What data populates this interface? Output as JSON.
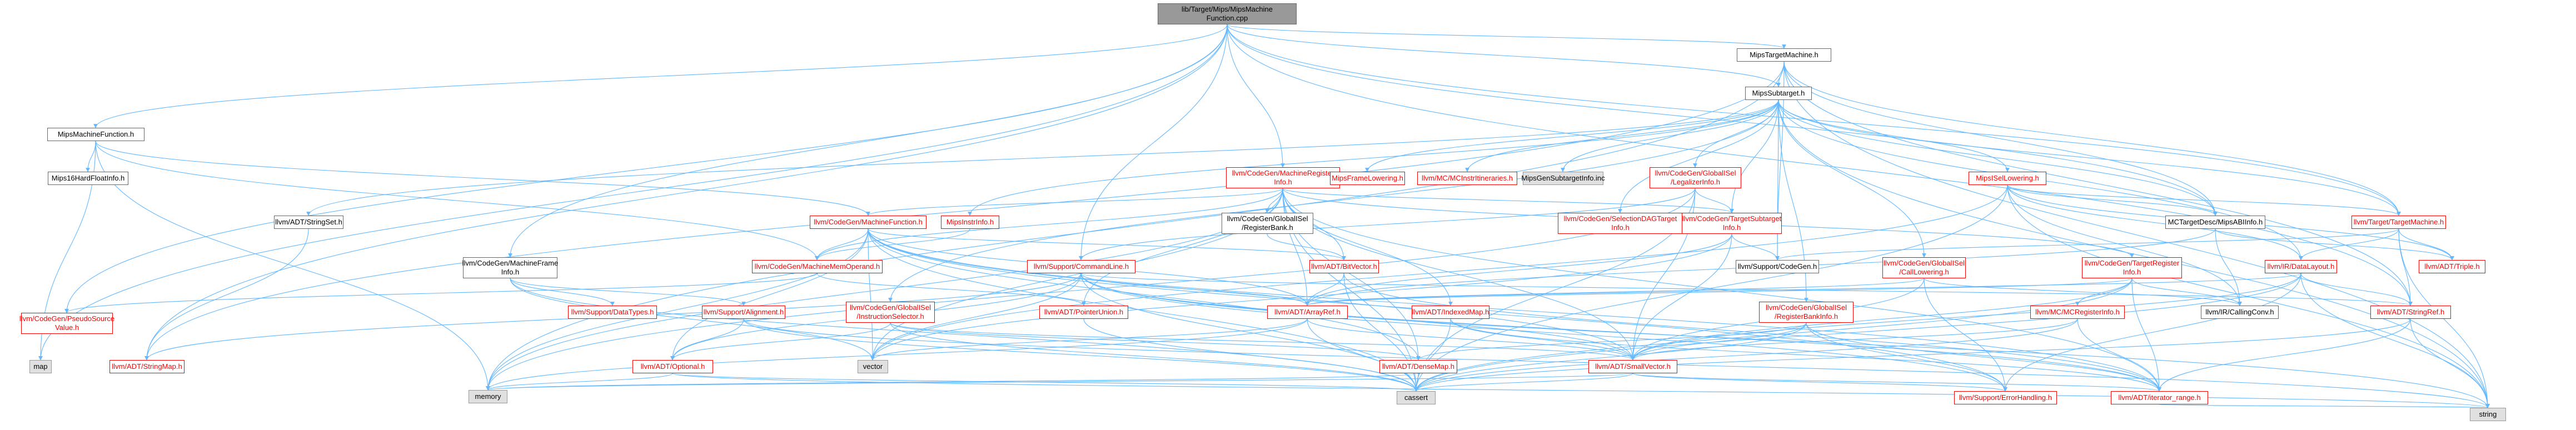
{
  "colors": {
    "edge": "#63b8ff",
    "node_border": "#666666",
    "red_text": "#ff0000",
    "gray_fill": "#e0e0e0",
    "root_fill": "#999999"
  },
  "nodes": [
    {
      "id": "root",
      "label": "lib/Target/Mips/MipsMachine\nFunction.cpp",
      "style": "root"
    },
    {
      "id": "mtm",
      "label": "MipsTargetMachine.h",
      "style": "normal"
    },
    {
      "id": "mmf",
      "label": "MipsMachineFunction.h",
      "style": "normal"
    },
    {
      "id": "mst",
      "label": "MipsSubtarget.h",
      "style": "normal"
    },
    {
      "id": "mhf",
      "label": "Mips16HardFloatInfo.h",
      "style": "normal"
    },
    {
      "id": "cgmri",
      "label": "llvm/CodeGen/MachineRegister\nInfo.h",
      "style": "red"
    },
    {
      "id": "mfl",
      "label": "MipsFrameLowering.h",
      "style": "red"
    },
    {
      "id": "mcii",
      "label": "llvm/MC/MCInstrItineraries.h",
      "style": "red"
    },
    {
      "id": "mgsi",
      "label": "MipsGenSubtargetInfo.inc",
      "style": "gray"
    },
    {
      "id": "gisel_li",
      "label": "llvm/CodeGen/GlobalISel\n/LegalizerInfo.h",
      "style": "red"
    },
    {
      "id": "msl",
      "label": "MipsISelLowering.h",
      "style": "red"
    },
    {
      "id": "strset",
      "label": "llvm/ADT/StringSet.h",
      "style": "normal"
    },
    {
      "id": "cgmf",
      "label": "llvm/CodeGen/MachineFunction.h",
      "style": "red"
    },
    {
      "id": "mii",
      "label": "MipsInstrInfo.h",
      "style": "red"
    },
    {
      "id": "gisel_rb",
      "label": "llvm/CodeGen/GlobalISel\n/RegisterBank.h",
      "style": "normal"
    },
    {
      "id": "sdt",
      "label": "llvm/CodeGen/SelectionDAGTarget\nInfo.h",
      "style": "red"
    },
    {
      "id": "tsi",
      "label": "llvm/CodeGen/TargetSubtarget\nInfo.h",
      "style": "red"
    },
    {
      "id": "mcta",
      "label": "MCTargetDesc/MipsABIInfo.h",
      "style": "normal"
    },
    {
      "id": "ttm",
      "label": "llvm/Target/TargetMachine.h",
      "style": "red"
    },
    {
      "id": "cgmfi",
      "label": "llvm/CodeGen/MachineFrame\nInfo.h",
      "style": "normal"
    },
    {
      "id": "cgmmo",
      "label": "llvm/CodeGen/MachineMemOperand.h",
      "style": "red"
    },
    {
      "id": "cl",
      "label": "llvm/Support/CommandLine.h",
      "style": "red"
    },
    {
      "id": "bv",
      "label": "llvm/ADT/BitVector.h",
      "style": "red"
    },
    {
      "id": "cgc",
      "label": "llvm/Support/CodeGen.h",
      "style": "normal"
    },
    {
      "id": "gisel_cl",
      "label": "llvm/CodeGen/GlobalISel\n/CallLowering.h",
      "style": "red"
    },
    {
      "id": "tri",
      "label": "llvm/CodeGen/TargetRegister\nInfo.h",
      "style": "red"
    },
    {
      "id": "dl",
      "label": "llvm/IR/DataLayout.h",
      "style": "red"
    },
    {
      "id": "triple",
      "label": "llvm/ADT/Triple.h",
      "style": "red"
    },
    {
      "id": "psv",
      "label": "llvm/CodeGen/PseudoSource\nValue.h",
      "style": "red"
    },
    {
      "id": "sdtypes",
      "label": "llvm/Support/DataTypes.h",
      "style": "red"
    },
    {
      "id": "align",
      "label": "llvm/Support/Alignment.h",
      "style": "red"
    },
    {
      "id": "gisel_is",
      "label": "llvm/CodeGen/GlobalISel\n/InstructionSelector.h",
      "style": "red"
    },
    {
      "id": "pu",
      "label": "llvm/ADT/PointerUnion.h",
      "style": "red"
    },
    {
      "id": "ar",
      "label": "llvm/ADT/ArrayRef.h",
      "style": "red"
    },
    {
      "id": "im",
      "label": "llvm/ADT/IndexedMap.h",
      "style": "red"
    },
    {
      "id": "gisel_rbi",
      "label": "llvm/CodeGen/GlobalISel\n/RegisterBankInfo.h",
      "style": "red"
    },
    {
      "id": "mcri",
      "label": "llvm/MC/MCRegisterInfo.h",
      "style": "red"
    },
    {
      "id": "cc",
      "label": "llvm/IR/CallingConv.h",
      "style": "normal"
    },
    {
      "id": "sr",
      "label": "llvm/ADT/StringRef.h",
      "style": "red"
    },
    {
      "id": "map",
      "label": "map",
      "style": "gray"
    },
    {
      "id": "sm",
      "label": "llvm/ADT/StringMap.h",
      "style": "red"
    },
    {
      "id": "opt",
      "label": "llvm/ADT/Optional.h",
      "style": "red"
    },
    {
      "id": "vector",
      "label": "vector",
      "style": "gray"
    },
    {
      "id": "dm",
      "label": "llvm/ADT/DenseMap.h",
      "style": "red"
    },
    {
      "id": "sv",
      "label": "llvm/ADT/SmallVector.h",
      "style": "red"
    },
    {
      "id": "memory",
      "label": "memory",
      "style": "gray"
    },
    {
      "id": "cassert",
      "label": "cassert",
      "style": "gray"
    },
    {
      "id": "eh",
      "label": "llvm/Support/ErrorHandling.h",
      "style": "red"
    },
    {
      "id": "ir",
      "label": "llvm/ADT/iterator_range.h",
      "style": "red"
    },
    {
      "id": "string",
      "label": "string",
      "style": "gray"
    }
  ],
  "edges": [
    [
      "root",
      "mtm"
    ],
    [
      "root",
      "mmf"
    ],
    [
      "root",
      "mst"
    ],
    [
      "root",
      "cgmri"
    ],
    [
      "root",
      "psv"
    ],
    [
      "root",
      "cl"
    ],
    [
      "root",
      "mcta"
    ],
    [
      "root",
      "map"
    ],
    [
      "root",
      "ttm"
    ],
    [
      "root",
      "sr"
    ],
    [
      "root",
      "sm"
    ],
    [
      "root",
      "cgmfi"
    ],
    [
      "mtm",
      "mst"
    ],
    [
      "mtm",
      "mcta"
    ],
    [
      "mtm",
      "cgc"
    ],
    [
      "mtm",
      "ttm"
    ],
    [
      "mtm",
      "sr"
    ],
    [
      "mtm",
      "sm"
    ],
    [
      "mtm",
      "memory"
    ],
    [
      "mtm",
      "string"
    ],
    [
      "mmf",
      "mhf"
    ],
    [
      "mmf",
      "cgmf"
    ],
    [
      "mmf",
      "cgmmo"
    ],
    [
      "mmf",
      "memory"
    ],
    [
      "mmf",
      "map"
    ],
    [
      "mst",
      "mfl"
    ],
    [
      "mst",
      "mcii"
    ],
    [
      "mst",
      "mgsi"
    ],
    [
      "mst",
      "gisel_li"
    ],
    [
      "mst",
      "msl"
    ],
    [
      "mst",
      "mii"
    ],
    [
      "mst",
      "strset"
    ],
    [
      "mst",
      "sdt"
    ],
    [
      "mst",
      "tsi"
    ],
    [
      "mst",
      "mcta"
    ],
    [
      "mst",
      "gisel_cl"
    ],
    [
      "mst",
      "gisel_rbi"
    ],
    [
      "mst",
      "gisel_is"
    ],
    [
      "mst",
      "dl"
    ],
    [
      "mst",
      "ttm"
    ],
    [
      "mst",
      "string"
    ],
    [
      "mst",
      "cgc"
    ],
    [
      "cgmri",
      "cgmf"
    ],
    [
      "cgmri",
      "gisel_rb"
    ],
    [
      "cgmri",
      "cgmmo"
    ],
    [
      "cgmri",
      "bv"
    ],
    [
      "cgmri",
      "tsi"
    ],
    [
      "cgmri",
      "im"
    ],
    [
      "cgmri",
      "ar"
    ],
    [
      "cgmri",
      "pu"
    ],
    [
      "cgmri",
      "sv"
    ],
    [
      "cgmri",
      "dm"
    ],
    [
      "cgmri",
      "tri"
    ],
    [
      "cgmri",
      "vector"
    ],
    [
      "cgmri",
      "memory"
    ],
    [
      "cgmri",
      "cassert"
    ],
    [
      "cgmri",
      "ir"
    ],
    [
      "gisel_li",
      "cl"
    ],
    [
      "gisel_li",
      "cassert"
    ],
    [
      "gisel_li",
      "tsi"
    ],
    [
      "gisel_li",
      "sv"
    ],
    [
      "gisel_li",
      "memory"
    ],
    [
      "msl",
      "mcta"
    ],
    [
      "msl",
      "triple"
    ],
    [
      "msl",
      "cc"
    ],
    [
      "msl",
      "dl"
    ],
    [
      "msl",
      "ttm"
    ],
    [
      "msl",
      "cassert"
    ],
    [
      "msl",
      "string"
    ],
    [
      "msl",
      "vector"
    ],
    [
      "strset",
      "sm"
    ],
    [
      "cgmf",
      "cgmmo"
    ],
    [
      "cgmf",
      "bv"
    ],
    [
      "cgmf",
      "ar"
    ],
    [
      "cgmf",
      "sv"
    ],
    [
      "cgmf",
      "dm"
    ],
    [
      "cgmf",
      "vector"
    ],
    [
      "cgmf",
      "memory"
    ],
    [
      "cgmf",
      "cassert"
    ],
    [
      "cgmf",
      "ir"
    ],
    [
      "cgmf",
      "eh"
    ],
    [
      "cgmf",
      "opt"
    ],
    [
      "mii",
      "cgmmo"
    ],
    [
      "gisel_rb",
      "bv"
    ],
    [
      "tsi",
      "ar"
    ],
    [
      "tsi",
      "cgc"
    ],
    [
      "tsi",
      "sv"
    ],
    [
      "tsi",
      "vector"
    ],
    [
      "mcta",
      "ar"
    ],
    [
      "mcta",
      "cc"
    ],
    [
      "mcta",
      "triple"
    ],
    [
      "ttm",
      "triple"
    ],
    [
      "ttm",
      "sr"
    ],
    [
      "ttm",
      "dl"
    ],
    [
      "ttm",
      "cgc"
    ],
    [
      "ttm",
      "string"
    ],
    [
      "cgmfi",
      "sdtypes"
    ],
    [
      "cgmfi",
      "align"
    ],
    [
      "cgmfi",
      "vector"
    ],
    [
      "cgmfi",
      "cassert"
    ],
    [
      "cgmmo",
      "pu"
    ],
    [
      "cgmmo",
      "psv"
    ],
    [
      "cl",
      "ar"
    ],
    [
      "cl",
      "sr"
    ],
    [
      "cl",
      "sv"
    ],
    [
      "cl",
      "sm"
    ],
    [
      "cl",
      "opt"
    ],
    [
      "cl",
      "eh"
    ],
    [
      "cl",
      "ir"
    ],
    [
      "cl",
      "cassert"
    ],
    [
      "cl",
      "string"
    ],
    [
      "cl",
      "vector"
    ],
    [
      "bv",
      "ar"
    ],
    [
      "bv",
      "ir"
    ],
    [
      "bv",
      "cassert"
    ],
    [
      "gisel_cl",
      "ar"
    ],
    [
      "gisel_cl",
      "sv"
    ],
    [
      "gisel_cl",
      "eh"
    ],
    [
      "gisel_cl",
      "cc"
    ],
    [
      "tri",
      "ar"
    ],
    [
      "tri",
      "sv"
    ],
    [
      "tri",
      "ir"
    ],
    [
      "tri",
      "mcri"
    ],
    [
      "tri",
      "cc"
    ],
    [
      "tri",
      "cassert"
    ],
    [
      "dl",
      "ar"
    ],
    [
      "dl",
      "sr"
    ],
    [
      "dl",
      "sv"
    ],
    [
      "dl",
      "eh"
    ],
    [
      "dl",
      "cassert"
    ],
    [
      "dl",
      "string"
    ],
    [
      "align",
      "opt"
    ],
    [
      "align",
      "cassert"
    ],
    [
      "align",
      "string"
    ],
    [
      "gisel_is",
      "sv"
    ],
    [
      "gisel_is",
      "opt"
    ],
    [
      "gisel_is",
      "cassert"
    ],
    [
      "gisel_is",
      "dm"
    ],
    [
      "pu",
      "cassert"
    ],
    [
      "ar",
      "sv"
    ],
    [
      "ar",
      "vector"
    ],
    [
      "ar",
      "cassert"
    ],
    [
      "ar",
      "memory"
    ],
    [
      "im",
      "sv"
    ],
    [
      "im",
      "cassert"
    ],
    [
      "im",
      "ir"
    ],
    [
      "gisel_rbi",
      "sv"
    ],
    [
      "gisel_rbi",
      "dm"
    ],
    [
      "gisel_rbi",
      "ir"
    ],
    [
      "gisel_rbi",
      "eh"
    ],
    [
      "gisel_rbi",
      "cassert"
    ],
    [
      "mcri",
      "sv"
    ],
    [
      "mcri",
      "ir"
    ],
    [
      "mcri",
      "cassert"
    ],
    [
      "sr",
      "string"
    ],
    [
      "sr",
      "ir"
    ],
    [
      "sr",
      "cassert"
    ],
    [
      "opt",
      "memory"
    ],
    [
      "opt",
      "cassert"
    ],
    [
      "opt",
      "string"
    ],
    [
      "dm",
      "cassert"
    ],
    [
      "dm",
      "memory"
    ],
    [
      "sv",
      "ir"
    ],
    [
      "sv",
      "cassert"
    ],
    [
      "sv",
      "memory"
    ],
    [
      "sv",
      "eh"
    ],
    [
      "ir",
      "string"
    ]
  ]
}
